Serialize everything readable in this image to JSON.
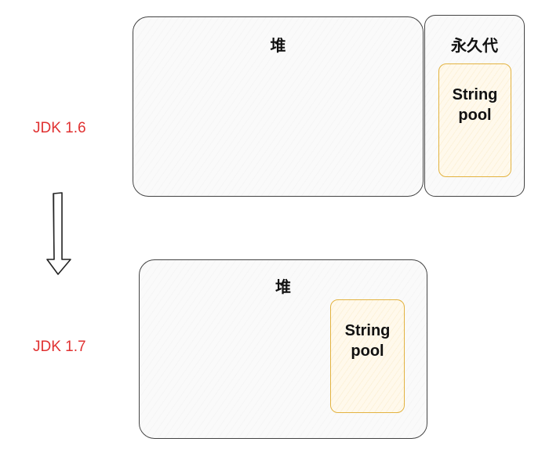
{
  "diagram": {
    "colors": {
      "box_stroke": "#444444",
      "pool_stroke": "#e3b341",
      "pool_fill": "#fff9ec",
      "label_color": "#e03131"
    },
    "jdk16": {
      "label": "JDK 1.6",
      "heap": {
        "title": "堆"
      },
      "permgen": {
        "title": "永久代",
        "pool_label": "String\npool"
      }
    },
    "transition": {
      "icon": "down-arrow-icon"
    },
    "jdk17": {
      "label": "JDK 1.7",
      "heap": {
        "title": "堆",
        "pool_label": "String\npool"
      }
    }
  }
}
